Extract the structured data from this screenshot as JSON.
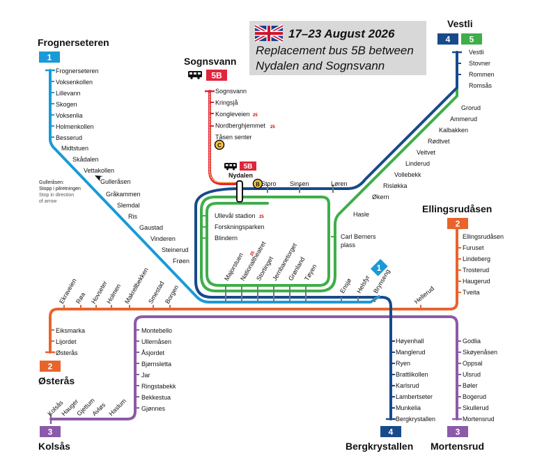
{
  "colors": {
    "line1": "#1a9ad6",
    "line2": "#e8642c",
    "line3": "#8b5aa8",
    "line4": "#174a8b",
    "line5": "#3fae49",
    "bus": "#e0243b",
    "bus_dot": "#f6c344",
    "banner_bg": "#d8d8d8"
  },
  "banner": {
    "dates": "17–23 August 2026",
    "text1": "Replacement bus 5B between",
    "text2": "Nydalen and Sognsvann",
    "flag_icon": "uk-flag-icon"
  },
  "terminals": {
    "frognerseteren": "Frognerseteren",
    "sognsvann": "Sognsvann",
    "vestli": "Vestli",
    "ellingsrudasen": "Ellingsrudåsen",
    "osteras": "Østerås",
    "kolsas": "Kolsås",
    "bergkrystallen": "Bergkrystallen",
    "mortensrud": "Mortensrud"
  },
  "badges": {
    "one": "1",
    "two": "2",
    "three": "3",
    "four": "4",
    "five": "5",
    "bus": "5B"
  },
  "note": {
    "line1": "Gulleråsen:",
    "line2": "Stopp i pilretningen",
    "line3": "Stop in direction",
    "line4": "of arrow"
  },
  "zone_label": "25",
  "stations": {
    "line1_upper": [
      "Frognerseteren",
      "Voksenkollen",
      "Lillevann",
      "Skogen",
      "Voksenlia",
      "Holmenkollen",
      "Besserud"
    ],
    "line1_diag": [
      "Midtstuen",
      "Skådalen",
      "Vettakollen",
      "Gulleråsen",
      "Gråkammen",
      "Slemdal",
      "Ris",
      "Gaustad",
      "Vinderen",
      "Steinerud",
      "Frøen"
    ],
    "bus": [
      "Sognsvann",
      "Kringsjå",
      "Kongleveien",
      "Nordberghjemmet",
      "Tåsen senter"
    ],
    "nydalen": "Nydalen",
    "ring_top": [
      "Storo",
      "Sinsen",
      "Løren"
    ],
    "ring_west": [
      "Ullevål stadion",
      "Forskningsparken",
      "Blindern"
    ],
    "central": [
      "Majorstuen",
      "Nationaltheatret",
      "Stortinget",
      "Jernbanetorget",
      "Grønland",
      "Tøyen"
    ],
    "east_group": [
      "Ensjø",
      "Helsfyr",
      "Brynseng"
    ],
    "hellerud": "Hellerud",
    "carl_berner": [
      "Carl Berners",
      "plass"
    ],
    "hasle": "Hasle",
    "vestli_vertical": [
      "Vestli",
      "Stovner",
      "Rommen",
      "Romsås"
    ],
    "grorud_diag": [
      "Grorud",
      "Ammerud",
      "Kalbakken",
      "Rødtvet",
      "Veitvet",
      "Linderud",
      "Vollebekk",
      "Risløkka",
      "Økern"
    ],
    "line2_west": [
      "Ekraveien",
      "Røa",
      "Hovseter",
      "Holmen",
      "Makrellbekken",
      "Smestad",
      "Borgen"
    ],
    "osteras_list": [
      "Eiksmarka",
      "Lijordet",
      "Østerås"
    ],
    "ellingsrud_list": [
      "Ellingsrudåsen",
      "Furuset",
      "Lindeberg",
      "Trosterud",
      "Haugerud",
      "Tveita"
    ],
    "line3_west": [
      "Montebello",
      "Ullernåsen",
      "Åsjordet",
      "Bjørnsletta",
      "Jar",
      "Ringstabekk",
      "Bekkestua",
      "Gjønnes"
    ],
    "kolsas_diag": [
      "Kolsås",
      "Hauger",
      "Gjettum",
      "Avløs",
      "Haslum"
    ],
    "bergkrystallen_list": [
      "Høyenhall",
      "Manglerud",
      "Ryen",
      "Brattlikollen",
      "Karlsrud",
      "Lambertseter",
      "Munkelia",
      "Bergkrystallen"
    ],
    "mortensrud_list": [
      "Godlia",
      "Skøyenåsen",
      "Oppsal",
      "Ulsrud",
      "Bøler",
      "Bogerud",
      "Skullerud",
      "Mortensrud"
    ]
  }
}
